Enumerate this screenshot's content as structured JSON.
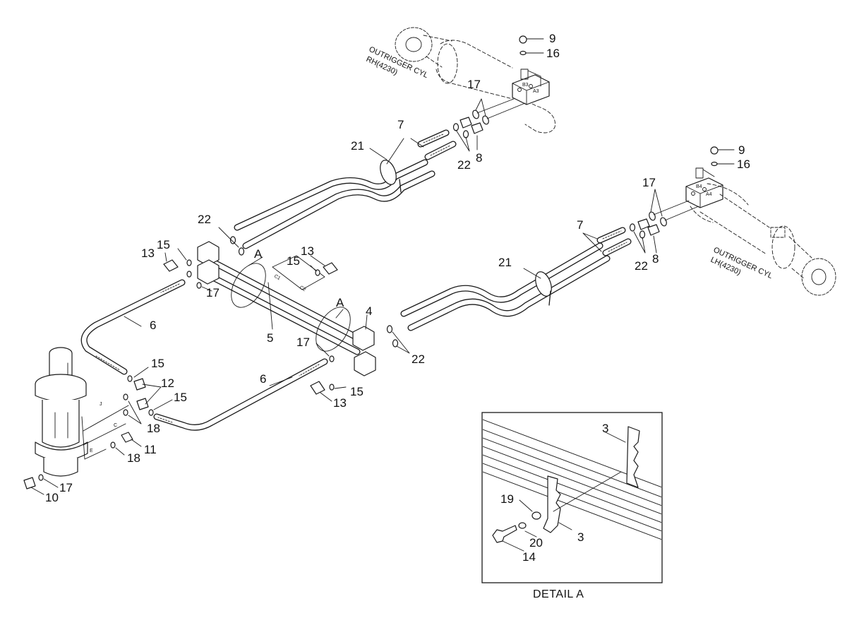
{
  "callouts": {
    "c9_top": "9",
    "c16_top": "16",
    "c17_top": "17",
    "c7_top": "7",
    "c21_top": "21",
    "c22_top": "22",
    "c8_top": "8",
    "c9_right": "9",
    "c16_right": "16",
    "c17_right": "17",
    "c7_right": "7",
    "c21_right": "21",
    "c22_right": "22",
    "c8_right": "8",
    "c22_mid": "22",
    "c15_a": "15",
    "c13_a": "13",
    "c13_b": "13",
    "c15_b": "15",
    "c17_a": "17",
    "c4": "4",
    "c5": "5",
    "c6_a": "6",
    "c6_b": "6",
    "c17_b": "17",
    "c22_low": "22",
    "c15_c": "15",
    "c12": "12",
    "c15_d": "15",
    "c18_a": "18",
    "c11": "11",
    "c18_b": "18",
    "c17_c": "17",
    "c10": "10",
    "c15_e": "15",
    "c13_c": "13",
    "c3_a": "3",
    "c19": "19",
    "c3_b": "3",
    "c20": "20",
    "c14": "14"
  },
  "section_marks": {
    "a_left": "A",
    "a_right": "A"
  },
  "cylinders": {
    "rh_line1": "OUTRIGGER CYL",
    "rh_line2": "RH(4230)",
    "lh_line1": "OUTRIGGER CYL",
    "lh_line2": "LH(4230)"
  },
  "port_marks": {
    "block_c1": "C1",
    "block_c2": "C2",
    "joint_j": "J",
    "joint_c": "C",
    "joint_e": "E"
  },
  "detail": {
    "caption": "DETAIL  A"
  }
}
